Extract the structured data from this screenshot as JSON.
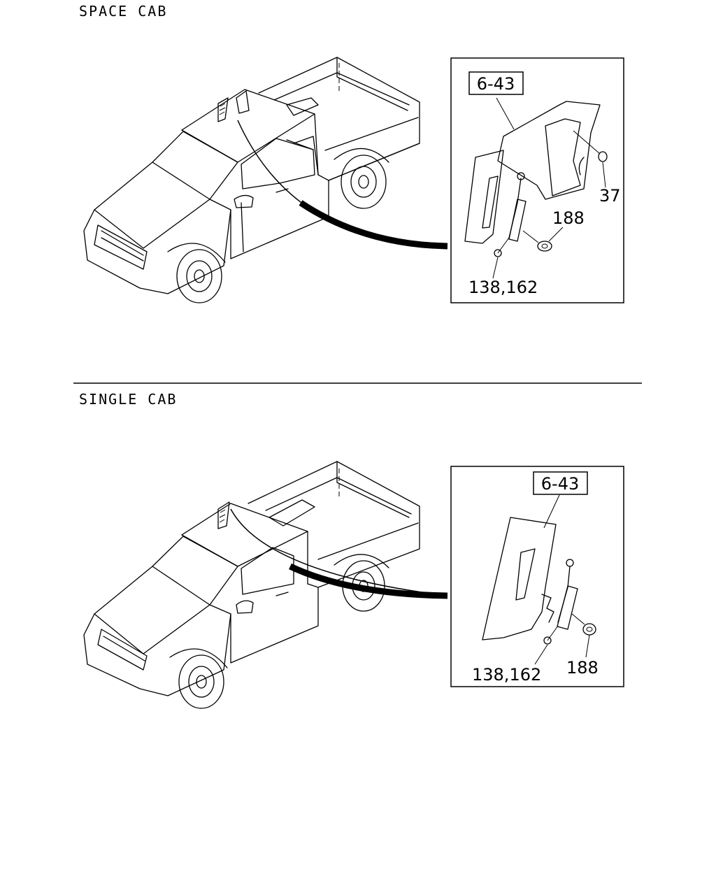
{
  "sections": {
    "space_cab": {
      "title": "SPACE CAB",
      "ref_box": "6-43",
      "callouts": {
        "c37": "37",
        "c188": "188",
        "c138": "138,162"
      }
    },
    "single_cab": {
      "title": "SINGLE CAB",
      "ref_box": "6-43",
      "callouts": {
        "c138": "138,162",
        "c188": "188"
      }
    }
  }
}
